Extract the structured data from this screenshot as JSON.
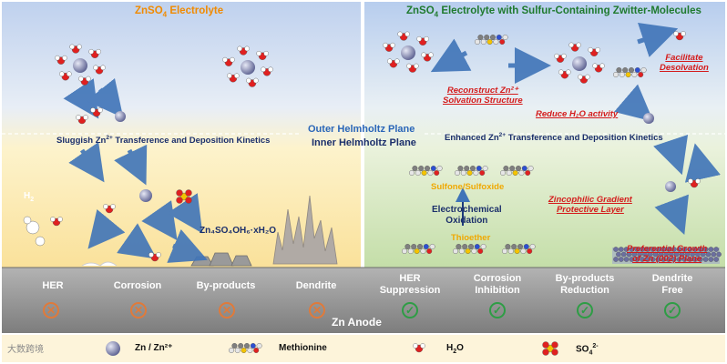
{
  "left_panel": {
    "title_pre": "ZnSO",
    "title_sub": "4",
    "title_post": " Electrolyte",
    "kinetics_pre": "Sluggish Zn",
    "kinetics_sup": "2+",
    "kinetics_post": " Transference and Deposition Kinetics",
    "h2_label": "H",
    "h2_sub": "2",
    "product_label": "Zn₄SO₄OH₆·xH₂O",
    "issues": [
      "HER",
      "Corrosion",
      "By-products",
      "Dendrite"
    ]
  },
  "right_panel": {
    "title_pre": "ZnSO",
    "title_sub": "4",
    "title_post": " Electrolyte with Sulfur-Containing Zwitter-Molecules",
    "kinetics_pre": "Enhanced Zn",
    "kinetics_sup": "2+",
    "kinetics_post": " Transference and Deposition Kinetics",
    "annotations": {
      "reconstruct_1": "Reconstruct Zn²⁺",
      "reconstruct_2": "Solvation Structure",
      "reduce": "Reduce H₂O activity",
      "facilitate_1": "Facilitate",
      "facilitate_2": "Desolvation",
      "zincophilic_1": "Zincophilic Gradient",
      "zincophilic_2": "Protective Layer",
      "growth_1": "Preferential Growth",
      "growth_2": "of Zn (002) Plane"
    },
    "sulfone": "Sulfone/Sulfoxide",
    "oxidation_1": "Electrochemical",
    "oxidation_2": "Oxidation",
    "thioether": "Thioether",
    "benefits": [
      {
        "line1": "HER",
        "line2": "Suppression"
      },
      {
        "line1": "Corrosion",
        "line2": "Inhibition"
      },
      {
        "line1": "By-products",
        "line2": "Reduction"
      },
      {
        "line1": "Dendrite",
        "line2": "Free"
      }
    ]
  },
  "planes": {
    "outer": "Outer Helmholtz Plane",
    "inner": "Inner Helmholtz Plane"
  },
  "anode": "Zn Anode",
  "marks": {
    "bad": "✕",
    "good": "✓"
  },
  "legend": {
    "zn": "Zn / Zn²⁺",
    "methionine": "Methionine",
    "h2o_pre": "H",
    "h2o_sub": "2",
    "h2o_post": "O",
    "so4_pre": "SO",
    "so4_sub": "4",
    "so4_sup": "2-"
  },
  "watermark": "大数跨境",
  "colors": {
    "left_top": "#c9d9f0",
    "left_bottom": "#fbe7a3",
    "right_top": "#bcd3ee",
    "right_bottom": "#cfe3b8",
    "zn_atom": "#8a8fb5",
    "oxygen": "#e02020",
    "sulfur": "#f4c400",
    "nitrogen": "#2d4fd1",
    "arrow": "#3f74b8",
    "anode": "#8b8b8b",
    "dark_red": "#d41c1c",
    "title_orange": "#f08a00",
    "title_green": "#1f7a2e"
  }
}
